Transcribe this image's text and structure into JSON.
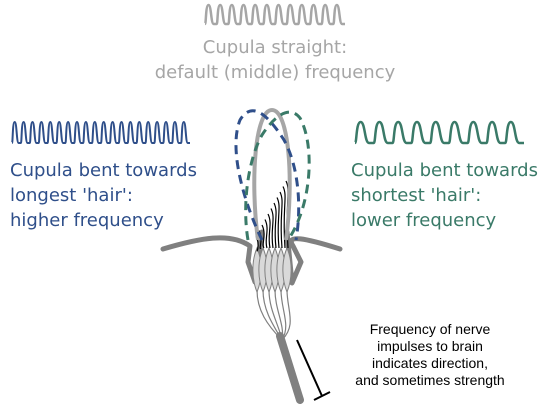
{
  "labels": {
    "straight": [
      "Cupula straight:",
      "default (middle) frequency"
    ],
    "bent_longest": [
      "Cupula bent towards",
      "longest 'hair':",
      "higher frequency"
    ],
    "bent_shortest": [
      "Cupula bent towards",
      "shortest 'hair':",
      "lower frequency"
    ],
    "nerve_note": [
      "Frequency of nerve",
      "impulses to brain",
      "indicates direction,",
      "and sometimes strength"
    ]
  },
  "waves": {
    "middle": {
      "cycles": 12,
      "color": "#a6a6a6"
    },
    "higher": {
      "cycles": 20,
      "color": "#2f4f8a"
    },
    "lower": {
      "cycles": 9,
      "color": "#3a7a68"
    }
  },
  "colors": {
    "gray": "#a6a6a6",
    "blue": "#2f4f8a",
    "teal": "#3a7a68",
    "tissue": "#808080",
    "cell_fill": "#d9d9d9",
    "hair": "#000000"
  }
}
